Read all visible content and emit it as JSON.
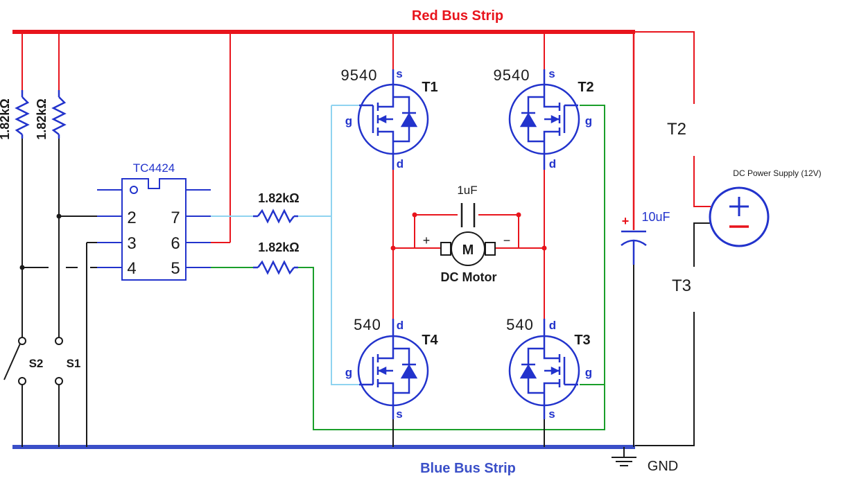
{
  "buses": {
    "red": "Red Bus Strip",
    "blue": "Blue Bus Strip",
    "gnd": "GND"
  },
  "resistors": {
    "r_left_1": "1.82kΩ",
    "r_left_2": "1.82kΩ",
    "r_gate_upper": "1.82kΩ",
    "r_gate_lower": "1.82kΩ"
  },
  "driver": {
    "name": "TC4424",
    "pins": [
      "2",
      "3",
      "4",
      "7",
      "6",
      "5"
    ]
  },
  "mosfets": [
    {
      "id": "T1",
      "part": "9540",
      "s": "s",
      "g": "g",
      "d": "d"
    },
    {
      "id": "T2",
      "part": "9540",
      "s": "s",
      "g": "g",
      "d": "d"
    },
    {
      "id": "T4",
      "part": "540",
      "s": "s",
      "g": "g",
      "d": "d"
    },
    {
      "id": "T3",
      "part": "540",
      "s": "s",
      "g": "g",
      "d": "d"
    }
  ],
  "motor": {
    "cap": "1uF",
    "symbol": "M",
    "label": "DC Motor",
    "plus": "+",
    "minus": "−"
  },
  "bulk_cap": {
    "value": "10uF",
    "plus": "+"
  },
  "supply": {
    "label": "DC Power Supply (12V)",
    "t2": "T2",
    "t3": "T3"
  },
  "switches": {
    "s1": "S1",
    "s2": "S2"
  },
  "colors": {
    "red": "#e8141c",
    "blue": "#3a4fc8",
    "wire_blue": "#2233cc",
    "light_blue": "#8fd3f0",
    "green": "#1a9e2a",
    "black": "#1a1a1a"
  }
}
